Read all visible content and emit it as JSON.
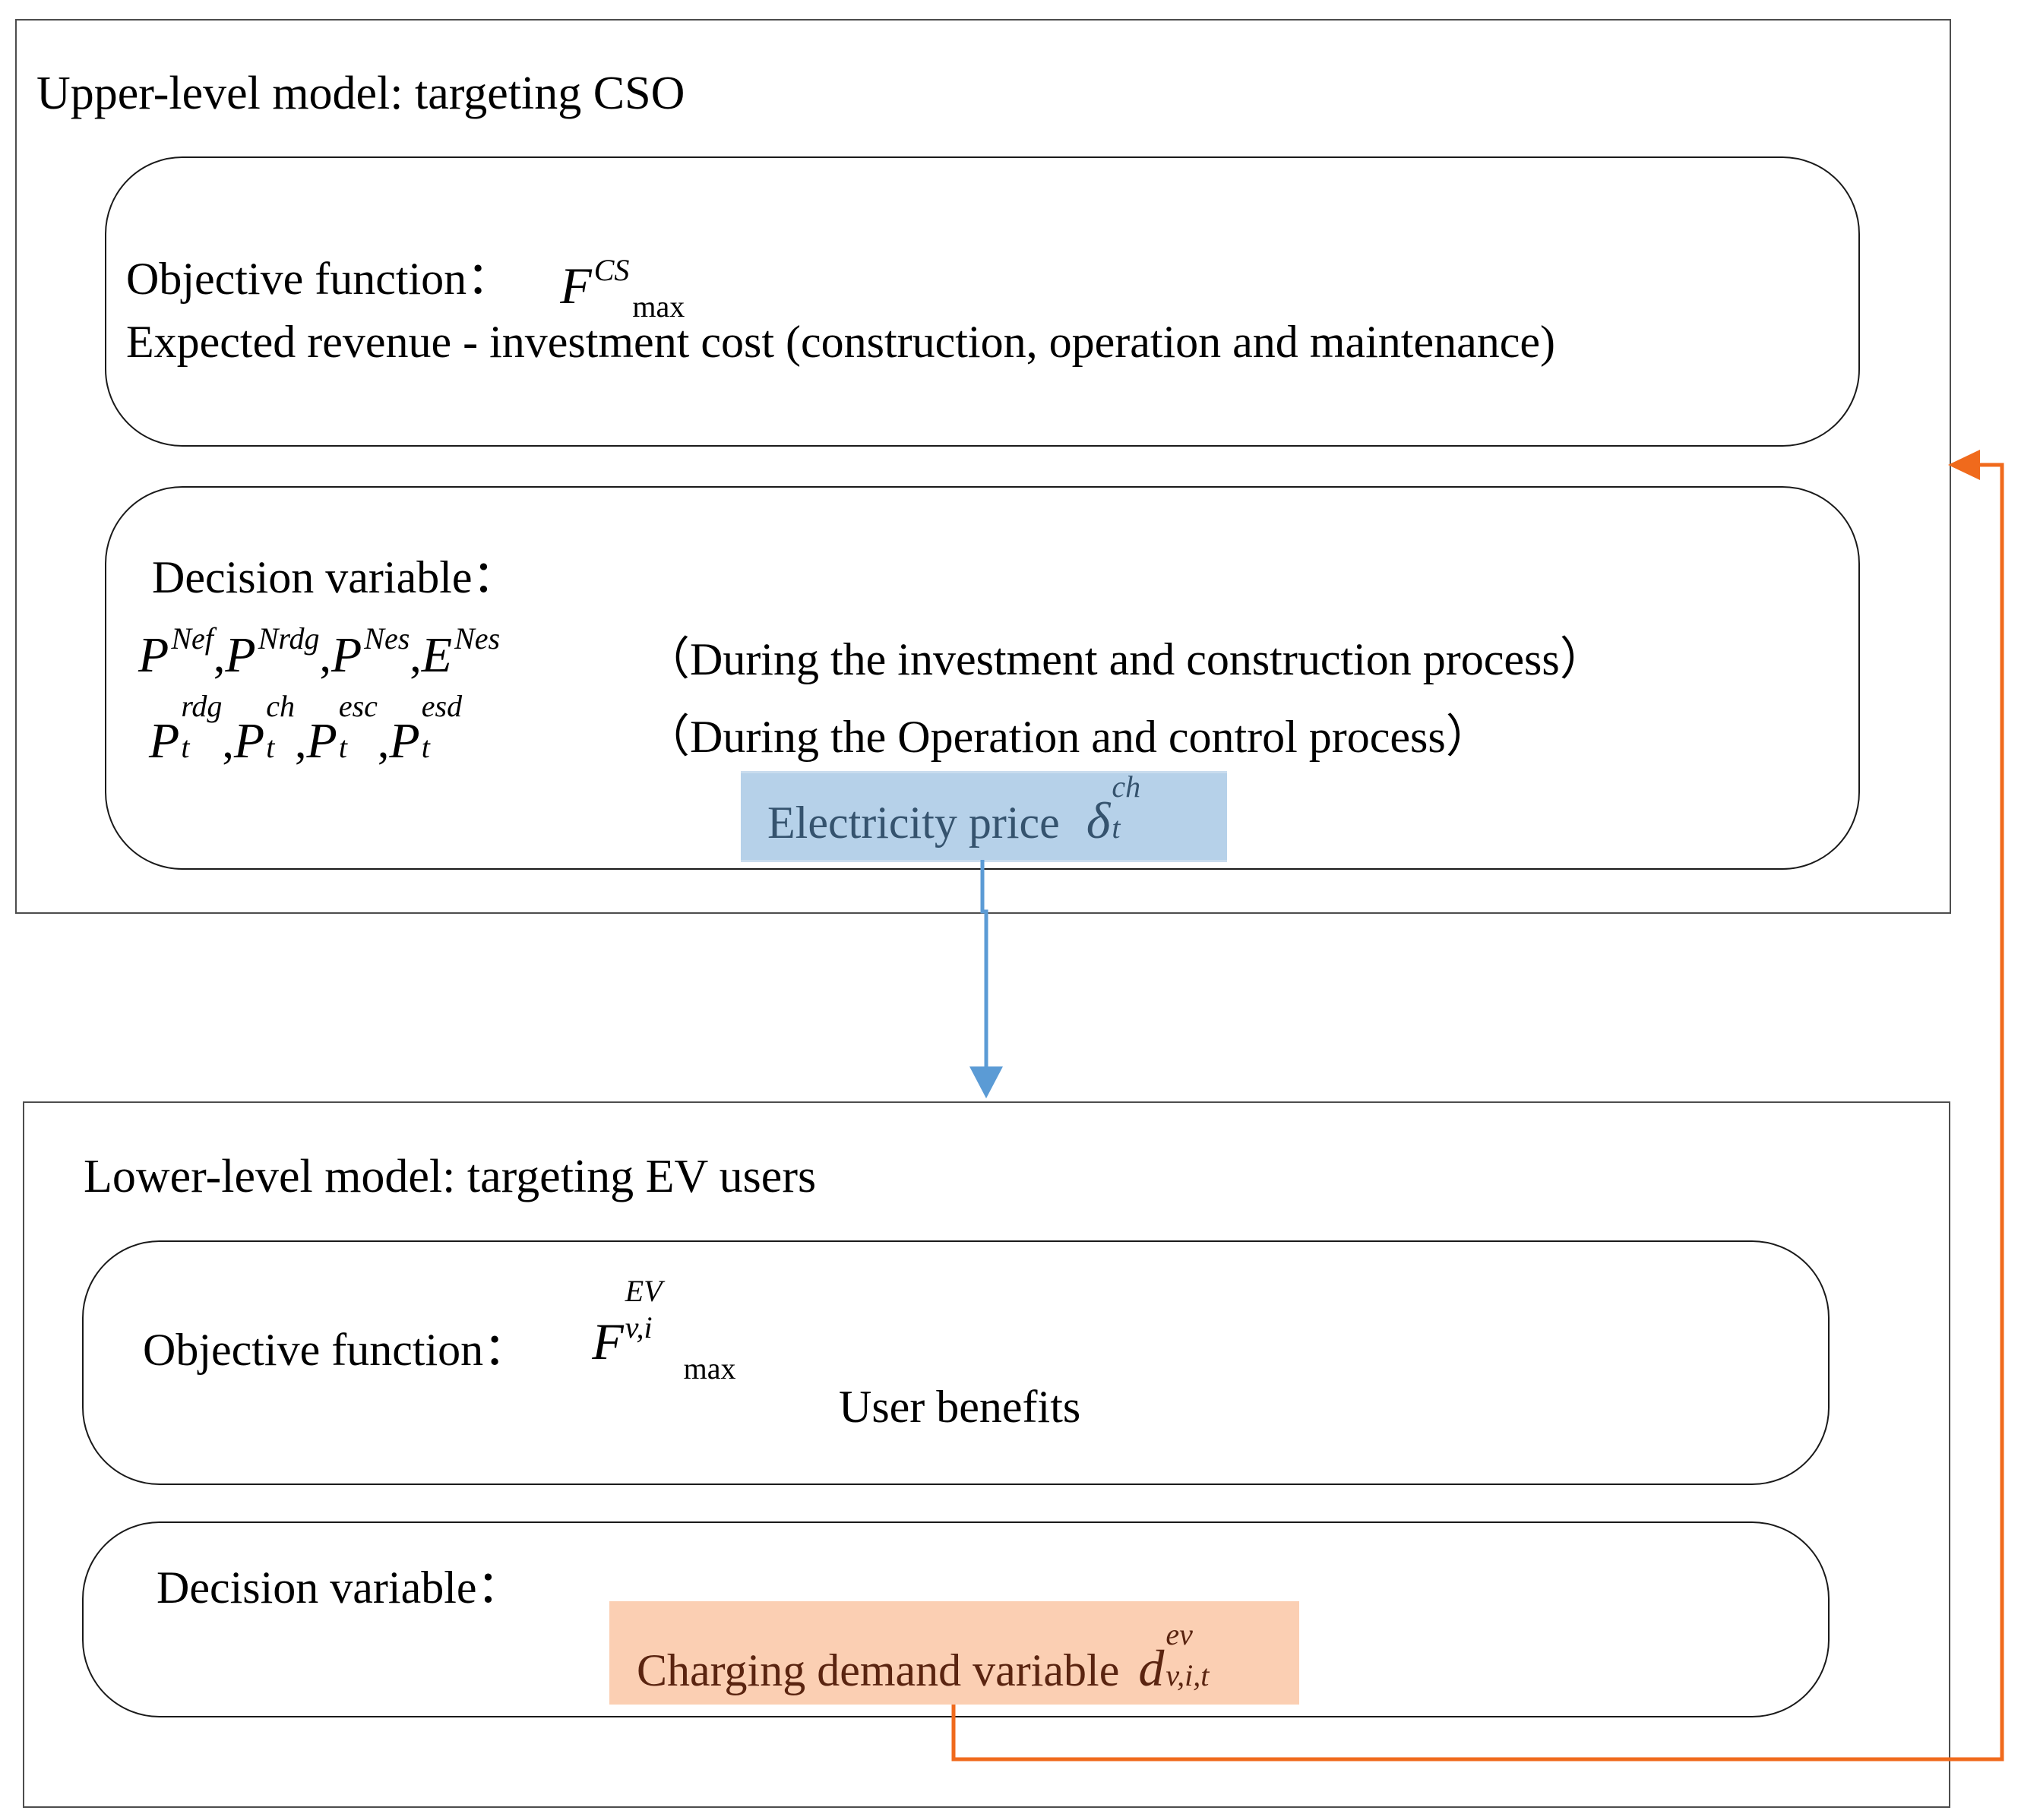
{
  "colors": {
    "price_fill": "#b6d1e9",
    "price_text": "#35536e",
    "demand_fill": "#fbcfb3",
    "demand_text": "#5a2410",
    "arrow_blue": "#5b9bd5",
    "arrow_orange": "#f06a1c"
  },
  "upper": {
    "title": "Upper-level model: targeting CSO",
    "objective": {
      "label": "Objective function：",
      "symbol": "F",
      "sup": "CS",
      "sub": "max",
      "description": "Expected revenue - investment cost (construction, operation and maintenance)"
    },
    "decision": {
      "label": "Decision variable：",
      "investment_vars": [
        {
          "sym": "P",
          "sup": "Nef"
        },
        {
          "sym": "P",
          "sup": "Nrdg"
        },
        {
          "sym": "P",
          "sup": "Nes"
        },
        {
          "sym": "E",
          "sup": "Nes"
        }
      ],
      "investment_note": "（During the investment and construction process）",
      "operation_vars": [
        {
          "sym": "P",
          "sup": "rdg",
          "sub": "t"
        },
        {
          "sym": "P",
          "sup": "ch",
          "sub": "t"
        },
        {
          "sym": "P",
          "sup": "esc",
          "sub": "t"
        },
        {
          "sym": "P",
          "sup": "esd",
          "sub": "t"
        }
      ],
      "operation_note": "（During the Operation and control process）"
    },
    "price": {
      "label": "Electricity price",
      "symbol": "δ",
      "sup": "ch",
      "sub": "t"
    }
  },
  "lower": {
    "title": "Lower-level model: targeting EV users",
    "objective": {
      "label": "Objective function：",
      "symbol": "F",
      "sup": "EV",
      "sub": "v,i",
      "max": "max",
      "description": "User benefits"
    },
    "decision": {
      "label": "Decision variable："
    },
    "demand": {
      "label": "Charging demand variable",
      "symbol": "d",
      "sup": "ev",
      "sub": "v,i,t"
    }
  }
}
